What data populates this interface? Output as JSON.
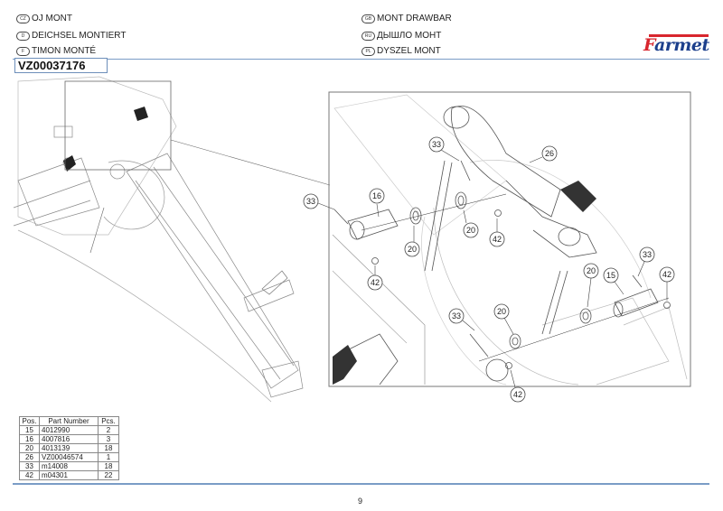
{
  "header": {
    "titles": [
      {
        "lang_code": "CZ",
        "text": "OJ MONT"
      },
      {
        "lang_code": "D",
        "text": "DEICHSEL MONTIERT"
      },
      {
        "lang_code": "F",
        "text": "TIMON MONTÉ"
      },
      {
        "lang_code": "GB",
        "text": "MONT DRAWBAR"
      },
      {
        "lang_code": "RU",
        "text": "ДЫШЛО МОНТ"
      },
      {
        "lang_code": "PL",
        "text": "DYSZEL MONT"
      }
    ],
    "assembly_code": "VZ00037176",
    "logo": {
      "brand": "Farmet",
      "first_letter": "F",
      "rest": "armet",
      "red": "#d8262e",
      "blue": "#1c3f8c"
    }
  },
  "drawing": {
    "callouts": [
      "33",
      "16",
      "20",
      "20",
      "42",
      "42",
      "33",
      "26",
      "20",
      "15",
      "33",
      "42",
      "20",
      "33",
      "42"
    ]
  },
  "parts_table": {
    "columns": [
      "Pos.",
      "Part Number",
      "Pcs."
    ],
    "rows": [
      {
        "pos": "15",
        "part_number": "4012990",
        "pcs": "2"
      },
      {
        "pos": "16",
        "part_number": "4007816",
        "pcs": "3"
      },
      {
        "pos": "20",
        "part_number": "4013139",
        "pcs": "18"
      },
      {
        "pos": "26",
        "part_number": "VZ00046574",
        "pcs": "1"
      },
      {
        "pos": "33",
        "part_number": "m14008",
        "pcs": "18"
      },
      {
        "pos": "42",
        "part_number": "m04301",
        "pcs": "22"
      }
    ]
  },
  "footer": {
    "page_number": "9"
  },
  "colors": {
    "rule_line": "#7a9cc6",
    "drawing_line": "#555555"
  }
}
